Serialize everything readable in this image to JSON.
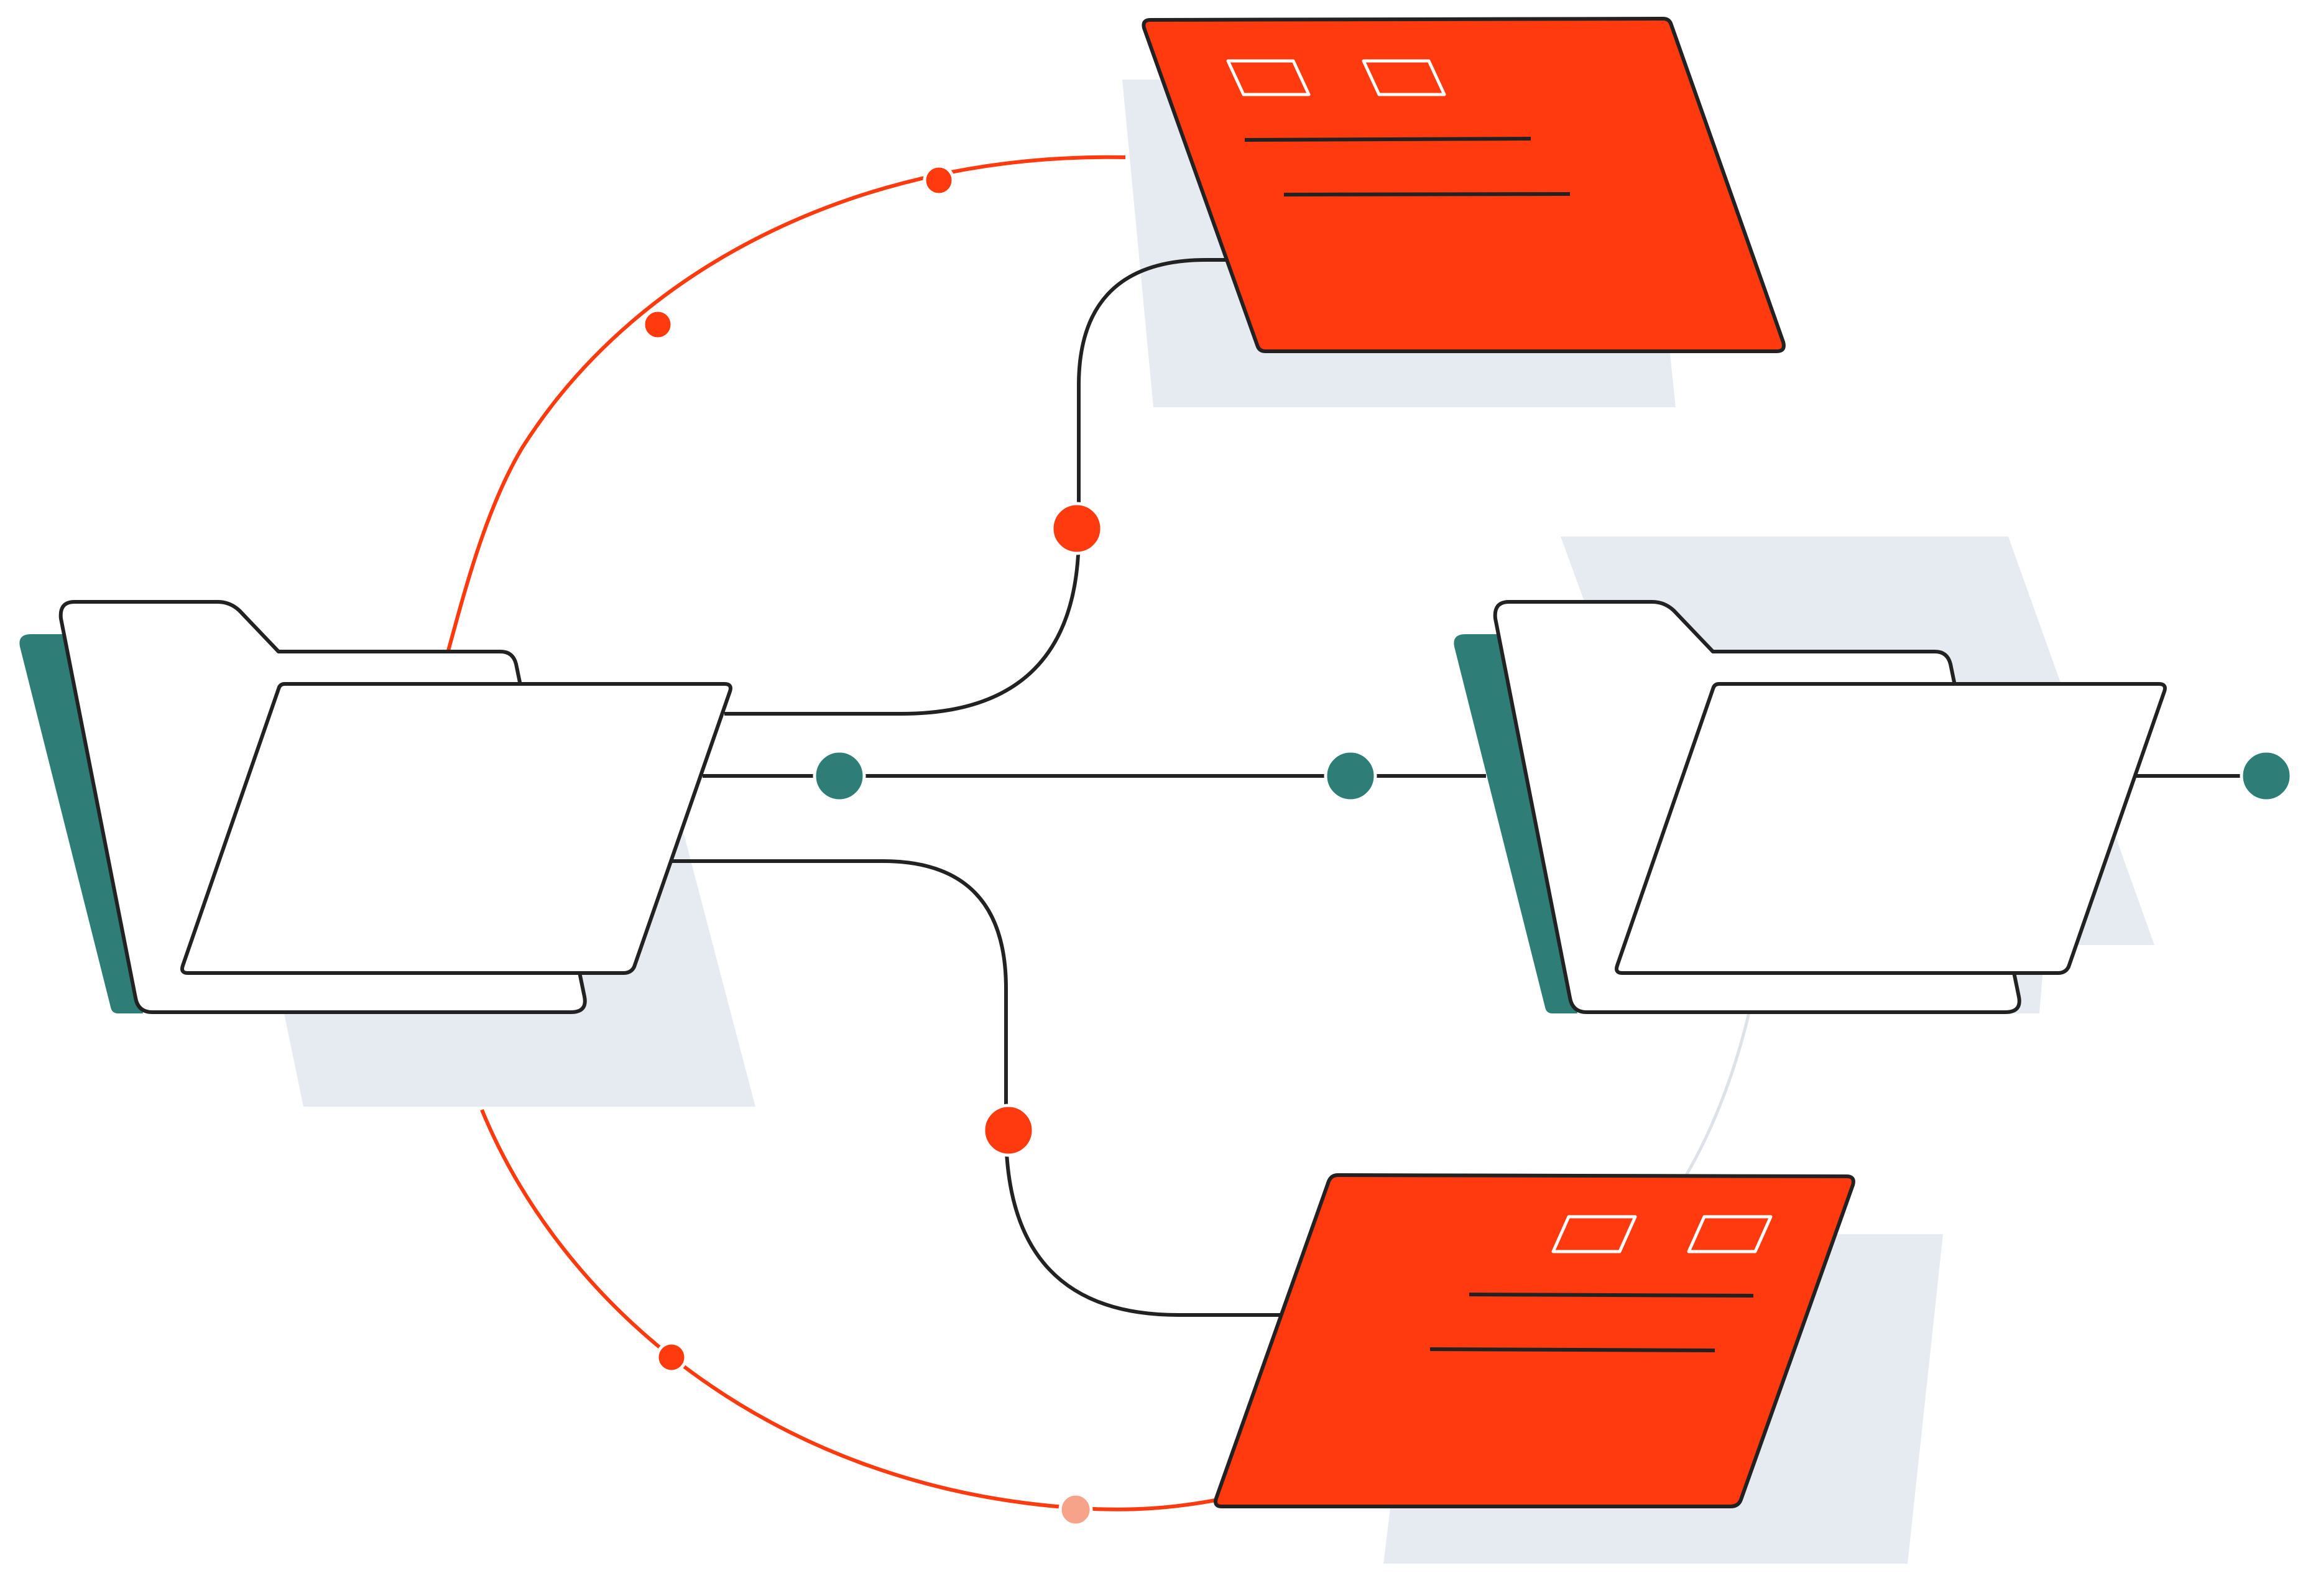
{
  "diagram": {
    "kind": "file-sync-illustration",
    "nodes": [
      {
        "id": "source-folder",
        "kind": "folder",
        "back_color": "#2E7D76"
      },
      {
        "id": "target-folder",
        "kind": "folder",
        "back_color": "#2E7D76"
      },
      {
        "id": "top-document",
        "kind": "document-card",
        "fill": "#FF3A0E"
      },
      {
        "id": "bottom-document",
        "kind": "document-card",
        "fill": "#FF3A0E"
      }
    ],
    "connections": [
      {
        "from": "source-folder",
        "to": "top-document",
        "style": "dark-line",
        "dots": 1
      },
      {
        "from": "source-folder",
        "to": "target-folder",
        "style": "dark-line",
        "dots": 3
      },
      {
        "from": "source-folder",
        "to": "bottom-document",
        "style": "dark-line",
        "dots": 1
      },
      {
        "from": "top-document",
        "to": "bottom-document",
        "style": "orange-arc",
        "dots": 4
      }
    ]
  },
  "colors": {
    "accent_orange": "#FF3A0E",
    "accent_teal": "#2E7D76",
    "outline": "#222222",
    "shadow": "#E6EBF2",
    "paper": "#FFFFFF",
    "faded_dot": "#F7A38A"
  },
  "icons": [
    "folder-icon",
    "folder-icon",
    "document-card-icon",
    "document-card-icon"
  ]
}
